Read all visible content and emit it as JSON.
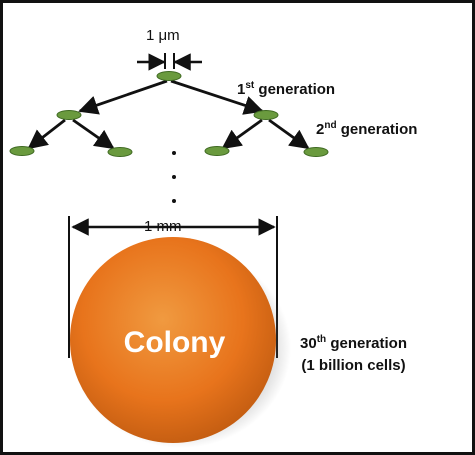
{
  "scale_cell": {
    "value": "1",
    "unit": "μm"
  },
  "gen1": {
    "number": "1",
    "suffix": "st",
    "word": "generation"
  },
  "gen2": {
    "number": "2",
    "suffix": "nd",
    "word": "generation"
  },
  "scale_colony": {
    "text": "1 mm"
  },
  "colony": {
    "label": "Colony"
  },
  "gen30": {
    "number": "30",
    "suffix": "th",
    "word": "generation",
    "note": "(1 billion cells)"
  },
  "colors": {
    "cell_fill": "#6a9a3e",
    "cell_stroke": "#3f6a22",
    "arrow": "#111111",
    "colony_light": "#f09a40",
    "colony_mid": "#e8741c",
    "colony_dark": "#bf5a10",
    "frame_border": "#111111"
  }
}
